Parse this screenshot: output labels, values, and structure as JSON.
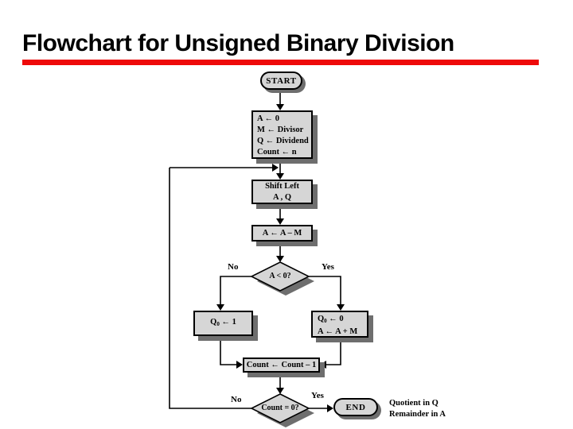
{
  "title": "Flowchart for Unsigned Binary Division",
  "colors": {
    "accent": "#ee0a0a",
    "node_fill": "#d6d6d6",
    "node_shadow": "#6e6e6e"
  },
  "flowchart": {
    "start_label": "START",
    "init_lines": [
      "A ← 0",
      "M ← Divisor",
      "Q ← Dividend",
      "Count ← n"
    ],
    "shift_lines": [
      "Shift Left",
      "A , Q"
    ],
    "subtract_label": "A ← A – M",
    "decision_a": {
      "text": "A < 0?",
      "no": "No",
      "yes": "Yes"
    },
    "set_q1": {
      "base": "Q",
      "sub": "0",
      "rest": " ← 1"
    },
    "restore": {
      "line1": {
        "base": "Q",
        "sub": "0",
        "rest": " ← 0"
      },
      "line2": "A ← A + M"
    },
    "count_label": "Count ← Count – 1",
    "decision_count": {
      "text": "Count = 0?",
      "no": "No",
      "yes": "Yes"
    },
    "end_label": "END",
    "result_lines": [
      "Quotient in Q",
      "Remainder in A"
    ]
  }
}
